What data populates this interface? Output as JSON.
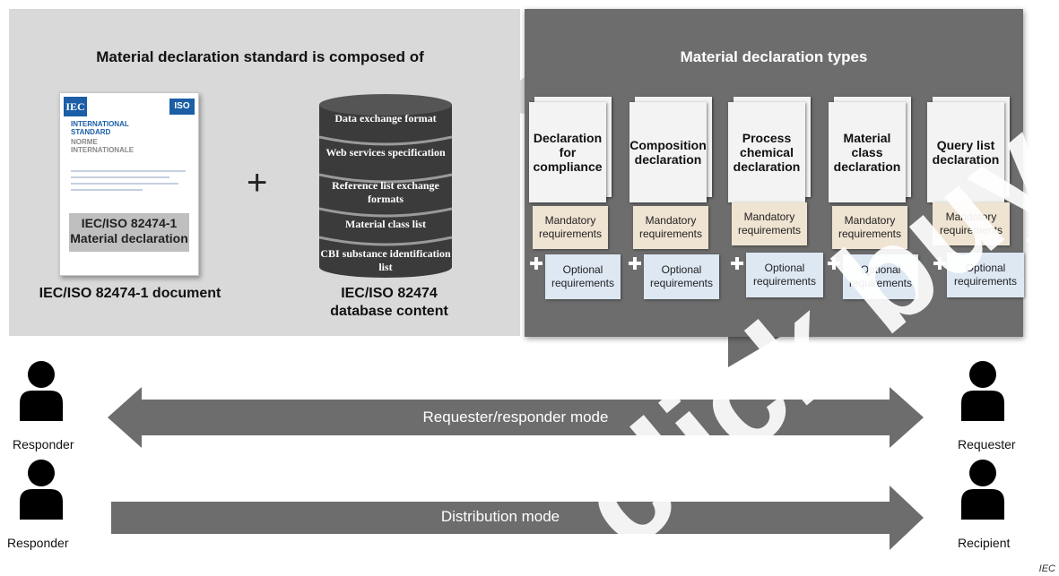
{
  "left": {
    "title": "Material declaration standard is composed of",
    "doc": {
      "iec_logo": "IEC",
      "iso_logo": "ISO",
      "standard_en": "INTERNATIONAL STANDARD",
      "standard_fr": "NORME INTERNATIONALE",
      "label": "IEC/ISO 82474-1 Material declaration",
      "caption": "IEC/ISO 82474-1 document"
    },
    "plus": "+",
    "database": {
      "items": [
        "Data exchange format",
        "Web services specification",
        "Reference list exchange formats",
        "Material class list",
        "CBI substance identification list"
      ],
      "caption": "IEC/ISO 82474 database content"
    }
  },
  "right": {
    "title": "Material declaration types",
    "types": [
      {
        "name": "Declaration for compliance",
        "mandatory": "Mandatory requirements",
        "optional": "Optional requirements"
      },
      {
        "name": "Composition declaration",
        "mandatory": "Mandatory requirements",
        "optional": "Optional requirements"
      },
      {
        "name": "Process chemical declaration",
        "mandatory": "Mandatory requirements",
        "optional": "Optional requirements"
      },
      {
        "name": "Material class declaration",
        "mandatory": "Mandatory requirements",
        "optional": "Optional requirements"
      },
      {
        "name": "Query list declaration",
        "mandatory": "Mandatory requirements",
        "optional": "Optional requirements"
      }
    ]
  },
  "modes": {
    "requester": {
      "label": "Requester/responder mode",
      "left_role": "Responder",
      "right_role": "Requester"
    },
    "distribution": {
      "label": "Distribution mode",
      "left_role": "Responder",
      "right_role": "Recipient"
    }
  },
  "watermark": "click buy full",
  "footer_mark": "IEC",
  "colors": {
    "left_panel": "#d9d9d9",
    "right_panel": "#6d6d6d",
    "arrow": "#6d6d6d",
    "mandatory_note": "#efe3d2",
    "optional_note": "#dde8f3",
    "iec_blue": "#1b5ea6"
  }
}
